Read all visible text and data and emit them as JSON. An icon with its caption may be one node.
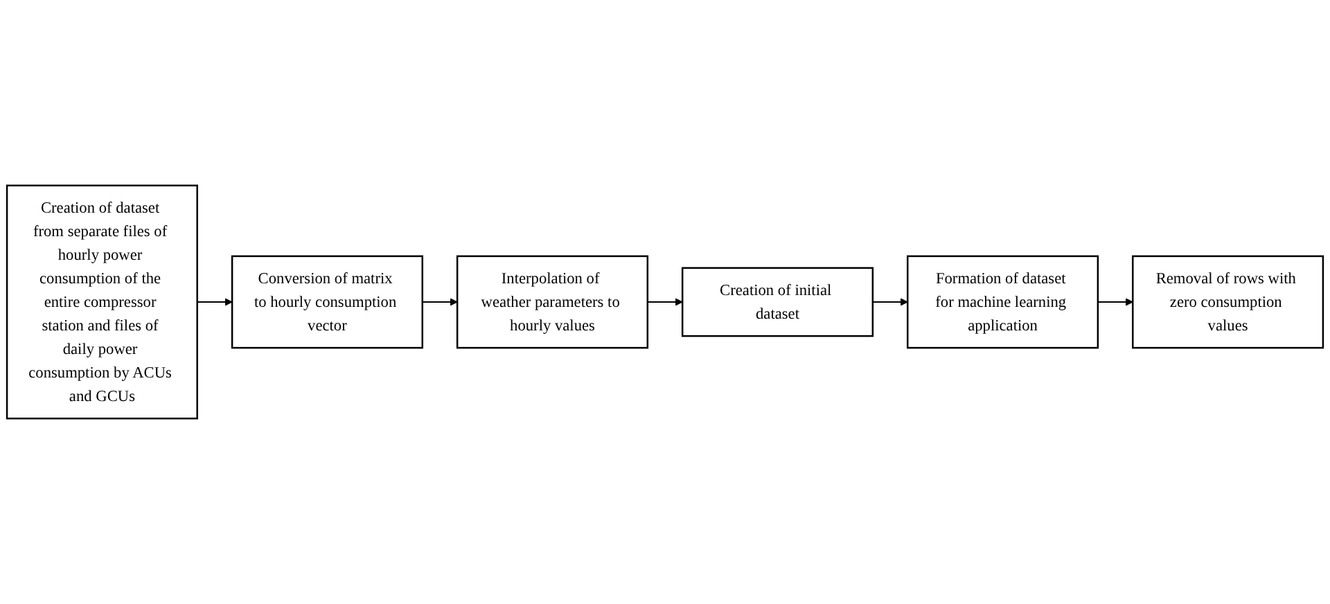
{
  "diagram": {
    "nodes": [
      {
        "text": [
          "Creation of dataset from separate files of hourly power consumption of the entire compressor station and files of daily power consumption by ACUs and GCUs"
        ]
      },
      {
        "text": [
          "Conversion of matrix to hourly consumption vector"
        ]
      },
      {
        "text": [
          "Interpolation of weather parameters to hourly values"
        ]
      },
      {
        "text": [
          "Creation of initial dataset"
        ]
      },
      {
        "text": [
          "Formation of dataset for machine learning application"
        ]
      },
      {
        "text": [
          "Removal of rows with zero consumption values"
        ]
      }
    ],
    "edges": [
      {
        "from": 0,
        "to": 1,
        "arrow": "to"
      },
      {
        "from": 1,
        "to": 2,
        "arrow": "to"
      },
      {
        "from": 2,
        "to": 3,
        "arrow": "to"
      },
      {
        "from": 3,
        "to": 4,
        "arrow": "to"
      },
      {
        "from": 4,
        "to": 5,
        "arrow": "to"
      }
    ]
  }
}
